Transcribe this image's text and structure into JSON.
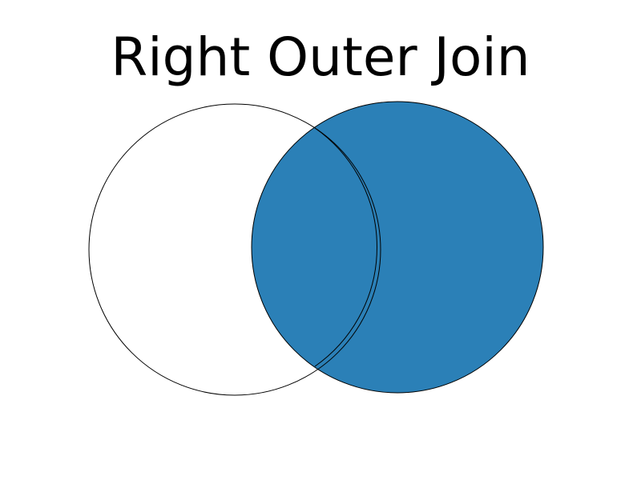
{
  "title": "Right Outer Join",
  "colors": {
    "fill": "#2b80b7",
    "outline": "#000000",
    "background": "#ffffff"
  },
  "diagram": {
    "type": "venn",
    "sets": [
      {
        "id": "left",
        "filled": false
      },
      {
        "id": "right",
        "filled": true
      }
    ],
    "highlighted_region": "entire right set including intersection"
  }
}
